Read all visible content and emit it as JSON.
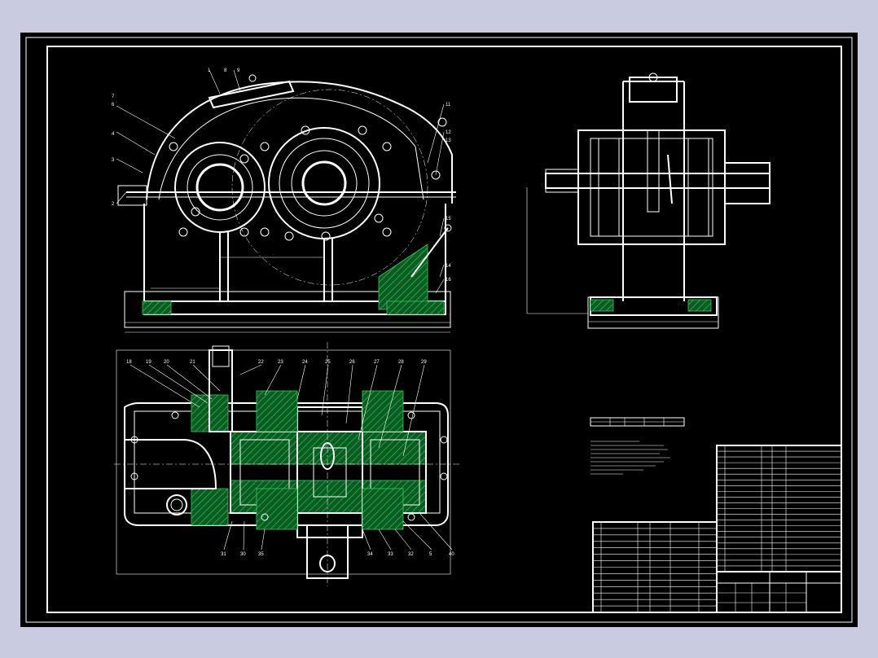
{
  "colors": {
    "background": "#c9cbe0",
    "canvas": "#000000",
    "line": "#ffffff",
    "section_hatch": "#2fd05a"
  },
  "front_view": {
    "part_balloons": [
      "1",
      "8",
      "9",
      "7",
      "6",
      "4",
      "3",
      "2",
      "11",
      "12",
      "13",
      "15",
      "14",
      "16"
    ]
  },
  "plan_view": {
    "top_balloons": [
      "18",
      "19",
      "20",
      "21",
      "22",
      "23",
      "24",
      "25",
      "26",
      "27",
      "28",
      "29"
    ],
    "bottom_balloons": [
      "31",
      "30",
      "35",
      "34",
      "33",
      "32",
      "5",
      "40"
    ]
  },
  "parts_list_rows": 22,
  "lower_parts_list_rows": 14
}
